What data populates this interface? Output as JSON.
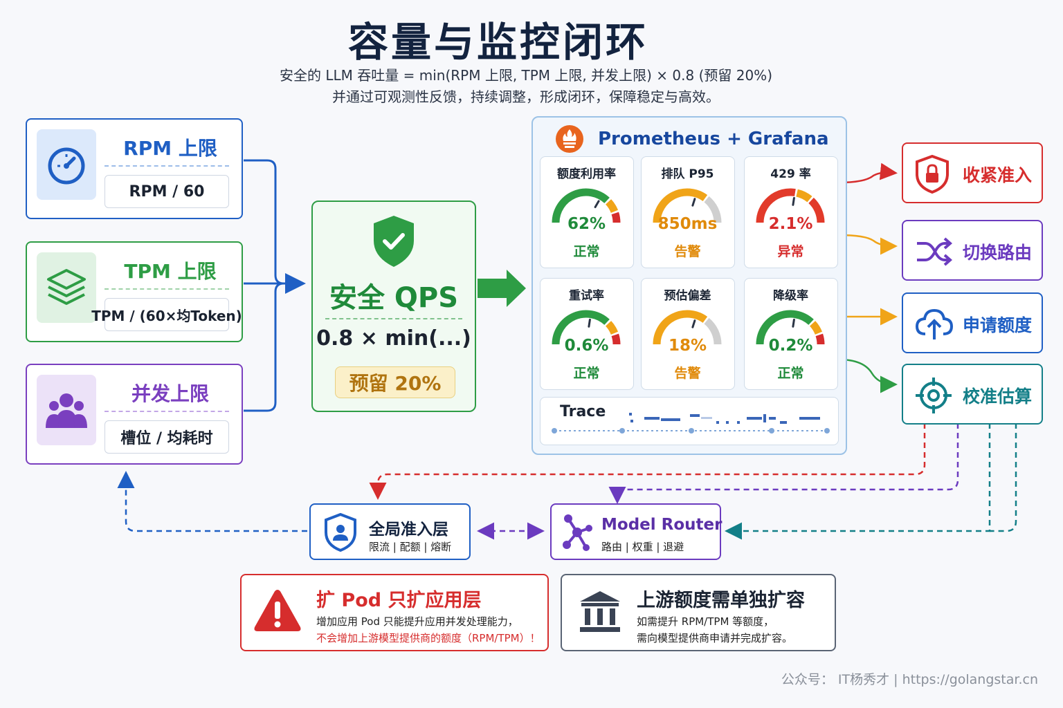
{
  "header": {
    "title": "容量与监控闭环",
    "subtitle_line1": "安全的 LLM 吞吐量 = min(RPM 上限, TPM 上限, 并发上限) × 0.8 (预留 20%)",
    "subtitle_line2": "并通过可观测性反馈，持续调整，形成闭环，保障稳定与高效。"
  },
  "limits": [
    {
      "title": "RPM 上限",
      "formula": "RPM / 60",
      "icon": "speedometer-icon",
      "color": "#1f5fc4"
    },
    {
      "title": "TPM 上限",
      "formula": "TPM / (60×均Token)",
      "icon": "layers-icon",
      "color": "#2e9d45"
    },
    {
      "title": "并发上限",
      "formula": "槽位 / 均耗时",
      "icon": "users-icon",
      "color": "#7a3fbf"
    }
  ],
  "qps": {
    "title": "安全 QPS",
    "formula": "0.8 × min(...)",
    "reserve": "预留 20%",
    "icon": "shield-check-icon"
  },
  "monitor": {
    "title": "Prometheus + Grafana",
    "icon": "prometheus-icon",
    "metrics": [
      {
        "label": "额度利用率",
        "value": "62%",
        "status": "正常",
        "level": 0.62,
        "tone": "green"
      },
      {
        "label": "排队 P95",
        "value": "850ms",
        "status": "告警",
        "level": 0.55,
        "tone": "orange"
      },
      {
        "label": "429 率",
        "value": "2.1%",
        "status": "异常",
        "level": 0.5,
        "tone": "red"
      },
      {
        "label": "重试率",
        "value": "0.6%",
        "status": "正常",
        "level": 0.5,
        "tone": "green"
      },
      {
        "label": "预估偏差",
        "value": "18%",
        "status": "告警",
        "level": 0.55,
        "tone": "orange"
      },
      {
        "label": "降级率",
        "value": "0.2%",
        "status": "正常",
        "level": 0.5,
        "tone": "green"
      }
    ],
    "trace_label": "Trace"
  },
  "actions": [
    {
      "label": "收紧准入",
      "icon": "shield-lock-icon",
      "color": "#d62d2d"
    },
    {
      "label": "切换路由",
      "icon": "shuffle-icon",
      "color": "#6b3bbf"
    },
    {
      "label": "申请额度",
      "icon": "cloud-upload-icon",
      "color": "#1f5fc4"
    },
    {
      "label": "校准估算",
      "icon": "crosshair-icon",
      "color": "#137f88"
    }
  ],
  "nodes": {
    "admission": {
      "title": "全局准入层",
      "sub": "限流 | 配额 | 熔断",
      "icon": "shield-user-icon"
    },
    "router": {
      "title": "Model Router",
      "sub": "路由 | 权重 | 退避",
      "icon": "graph-nodes-icon"
    }
  },
  "notes": {
    "scale": {
      "title": "扩 Pod 只扩应用层",
      "line1": "增加应用 Pod 只能提升应用并发处理能力，",
      "line2": "不会增加上游模型提供商的额度（RPM/TPM）！",
      "icon": "warning-icon"
    },
    "upstream": {
      "title": "上游额度需单独扩容",
      "line1": "如需提升 RPM/TPM 等额度，",
      "line2": "需向模型提供商申请并完成扩容。",
      "icon": "bank-icon"
    }
  },
  "footer": "公众号： IT杨秀才  |  https://golangstar.cn",
  "colors": {
    "blue": "#1f5fc4",
    "green": "#2e9d45",
    "purple": "#7a3fbf",
    "red": "#d62d2d",
    "orange": "#f0a418",
    "teal": "#137f88"
  }
}
